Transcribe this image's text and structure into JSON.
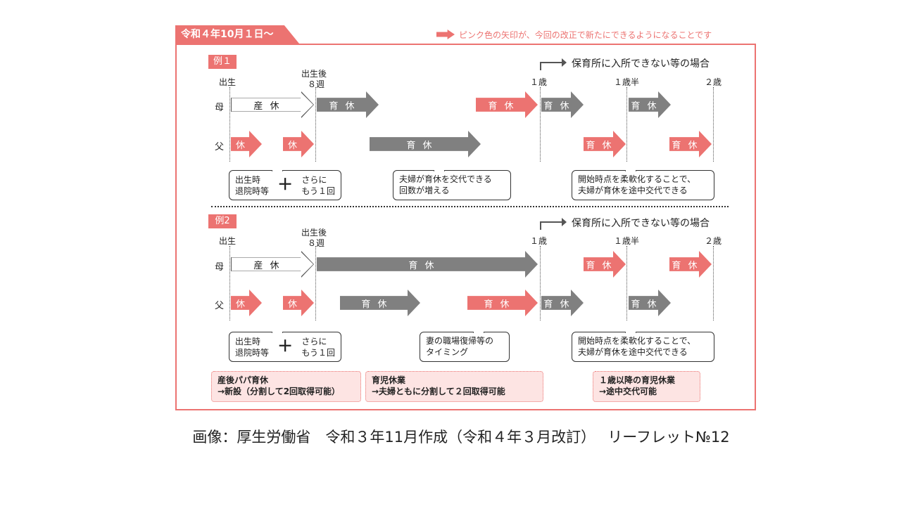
{
  "header": {
    "title": "令和４年10月１日〜",
    "legend": "ピンク色の矢印が、今回の改正で新たにできるようになることです"
  },
  "example1": {
    "tag": "例１",
    "case_title": "保育所に入所できない等の場合",
    "labels": {
      "birth": "出生",
      "after_birth": "出生後",
      "week8": "８週",
      "age1": "１歳",
      "age1_5": "１歳半",
      "age2": "２歳"
    },
    "rows": {
      "mother": "母",
      "father": "父"
    },
    "mother_arrows": [
      "産 休",
      "育 休",
      "育 休",
      "育 休",
      "育 休"
    ],
    "father_arrows": [
      "休",
      "休",
      "育 休",
      "育 休",
      "育 休"
    ],
    "bubbles": {
      "b1_left": "出生時\n退院時等",
      "b1_plus": "＋",
      "b1_right": "さらに\nもう１回",
      "b2": "夫婦が育休を交代できる\n回数が増える",
      "b3": "開始時点を柔軟化することで、\n夫婦が育休を途中交代できる"
    }
  },
  "example2": {
    "tag": "例2",
    "case_title": "保育所に入所できない等の場合",
    "labels": {
      "birth": "出生",
      "after_birth": "出生後",
      "week8": "８週",
      "age1": "１歳",
      "age1_5": "１歳半",
      "age2": "２歳"
    },
    "rows": {
      "mother": "母",
      "father": "父"
    },
    "mother_arrows": [
      "産 休",
      "育 休",
      "育 休",
      "育 休"
    ],
    "father_arrows": [
      "休",
      "休",
      "育 休",
      "育 休",
      "育 休",
      "育 休"
    ],
    "bubbles": {
      "b1_left": "出生時\n退院時等",
      "b1_plus": "＋",
      "b1_right": "さらに\nもう１回",
      "b2": "妻の職場復帰等の\nタイミング",
      "b3": "開始時点を柔軟化することで、\n夫婦が育休を途中交代できる"
    }
  },
  "notes": [
    {
      "title": "産後パパ育休",
      "body": "→新設（分割して2回取得可能）"
    },
    {
      "title": "育児休業",
      "body": "→夫婦ともに分割して２回取得可能"
    },
    {
      "title": "１歳以降の育児休業",
      "body": "→途中交代可能"
    }
  ],
  "caption": "画像：厚生労働省　令和３年11月作成（令和４年３月改訂）　 リーフレット№12",
  "colors": {
    "accent": "#ec7371",
    "gray": "#808080",
    "note_bg": "#fde4e3"
  }
}
